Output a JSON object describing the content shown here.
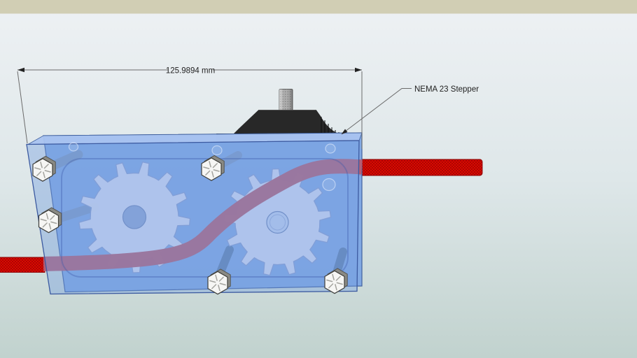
{
  "viewport": {
    "type": "3d-model-view",
    "annotations": {
      "dimension_label": "125.9894 mm",
      "stepper_label": "NEMA 23 Stepper"
    },
    "model": {
      "parts": [
        {
          "name": "nema-23-stepper-motor",
          "color": "#282828"
        },
        {
          "name": "knurled-motor-shaft",
          "color": "#ababab"
        },
        {
          "name": "translucent-gearbox-housing",
          "color": "#7ba4e4"
        },
        {
          "name": "drive-gear",
          "count": 2,
          "color": "#d8dff3"
        },
        {
          "name": "hex-bolt",
          "count": 5,
          "color": "#f6f6f4"
        },
        {
          "name": "threaded-rod",
          "color": "#e10b00",
          "color_through_glass": "#9a6b90"
        }
      ],
      "gear_count": 2,
      "bolt_count": 5
    },
    "colors": {
      "horizon_band": "#d1ceb4",
      "sky_top": "#eef1f4",
      "sky_bottom": "#c1d2ce",
      "annotation_text": "#222222",
      "annotation_line": "#6b6b6b"
    }
  }
}
